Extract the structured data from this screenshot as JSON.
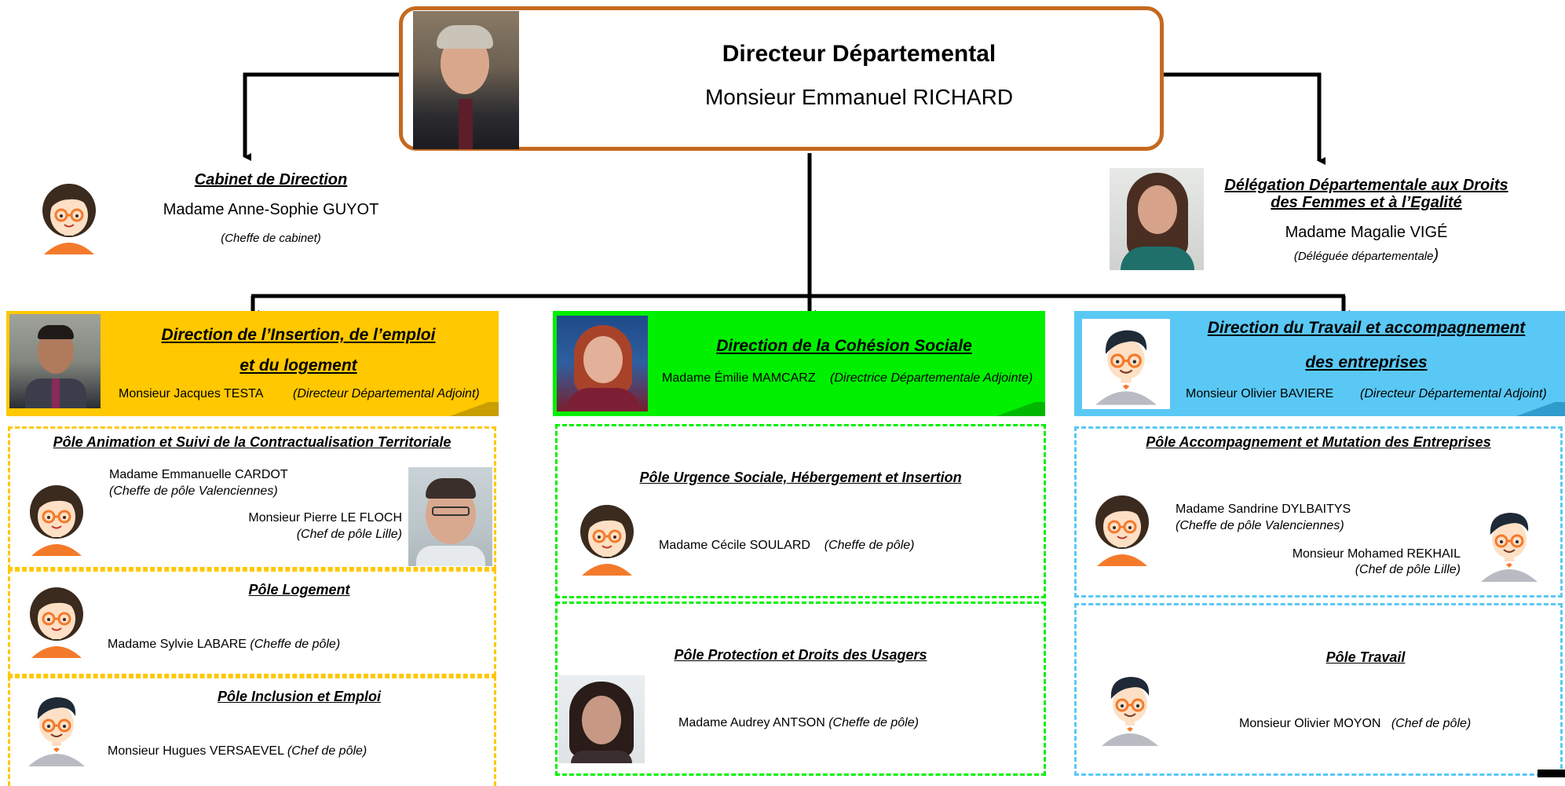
{
  "colors": {
    "director_border": "#c5691f",
    "insertion": "#ffc800",
    "cohesion": "#00f000",
    "travail": "#5ac8f5",
    "avatar_skin": "#fde0c5",
    "avatar_hair": "#3b2a1e",
    "avatar_shirt": "#f47a2b",
    "glasses": "#f47a2b"
  },
  "director": {
    "title": "Directeur Départemental",
    "name": "Monsieur Emmanuel RICHARD"
  },
  "cabinet": {
    "title": "Cabinet de Direction",
    "name": "Madame Anne-Sophie GUYOT",
    "role": "(Cheffe de cabinet)",
    "avatar_icon": "female-avatar-icon"
  },
  "delegation": {
    "title_line1": "Délégation Départementale aux Droits",
    "title_line2": "des Femmes et à l’Egalité",
    "name": "Madame Magalie VIGÉ",
    "role": "(Déléguée départementale",
    "role_close": ")"
  },
  "insertion": {
    "title_line1": "Direction de l’Insertion, de l’emploi",
    "title_line2": "et du logement",
    "head_name": "Monsieur Jacques TESTA",
    "head_role": "(Directeur Départemental Adjoint)",
    "poles": [
      {
        "title": "Pôle Animation et Suivi de la Contractualisation Territoriale",
        "person1_name": "Madame Emmanuelle CARDOT",
        "person1_role": "(Cheffe de pôle Valenciennes)",
        "person2_name": "Monsieur Pierre LE FLOCH",
        "person2_role": "(Chef de pôle Lille)"
      },
      {
        "title": "Pôle Logement",
        "person_name": "Madame Sylvie LABARE",
        "person_role": "(Cheffe de pôle)"
      },
      {
        "title": "Pôle Inclusion et Emploi",
        "person_name": "Monsieur Hugues VERSAEVEL",
        "person_role": "(Chef de pôle)"
      }
    ]
  },
  "cohesion": {
    "title": "Direction de la Cohésion Sociale",
    "head_name": "Madame Émilie MAMCARZ",
    "head_role": "(Directrice Départementale Adjointe)",
    "poles": [
      {
        "title": "Pôle Urgence Sociale, Hébergement et Insertion",
        "person_name": "Madame Cécile SOULARD",
        "person_role": "(Cheffe de pôle)"
      },
      {
        "title": "Pôle Protection et Droits des Usagers",
        "person_name": "Madame Audrey ANTSON",
        "person_role": "(Cheffe de pôle)"
      }
    ]
  },
  "travail": {
    "title_line1": "Direction du Travail et accompagnement",
    "title_line2": "des entreprises",
    "head_name": "Monsieur Olivier BAVIERE",
    "head_role": "(Directeur Départemental Adjoint)",
    "poles": [
      {
        "title": "Pôle Accompagnement et Mutation des Entreprises",
        "person1_name": "Madame Sandrine DYLBAITYS",
        "person1_role": "(Cheffe de pôle Valenciennes)",
        "person2_name": "Monsieur Mohamed REKHAIL",
        "person2_role": "(Chef de pôle Lille)"
      },
      {
        "title": "Pôle Travail",
        "person_name": "Monsieur Olivier MOYON",
        "person_role": "(Chef de pôle)"
      }
    ]
  }
}
